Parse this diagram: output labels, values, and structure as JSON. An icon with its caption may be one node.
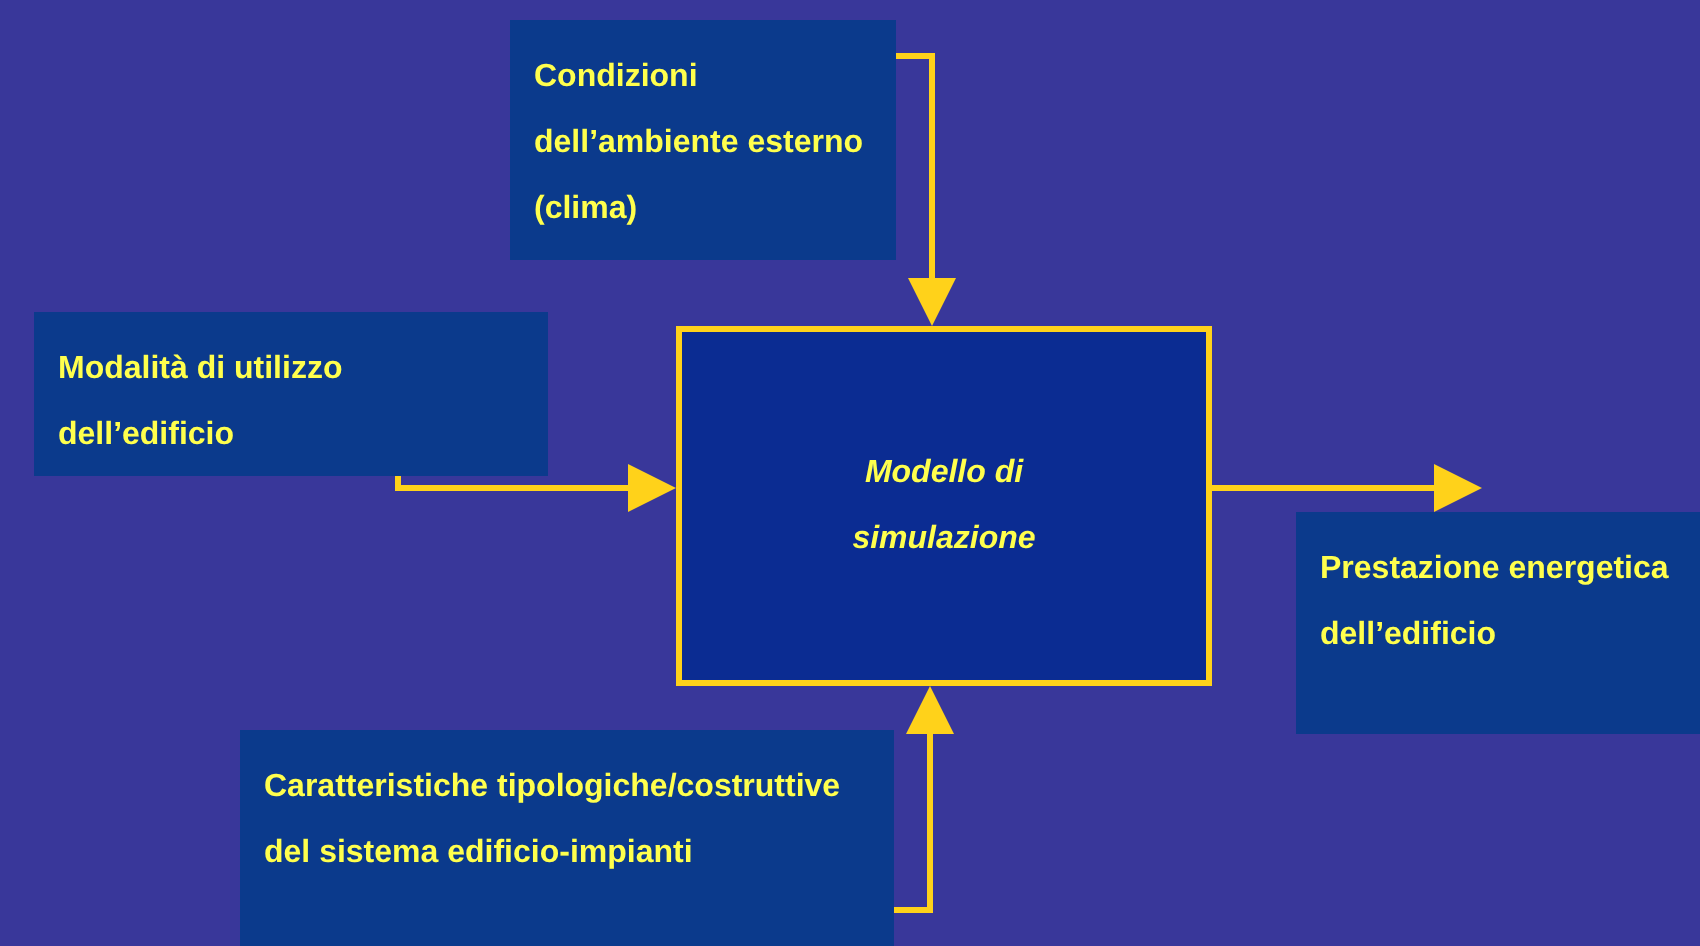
{
  "diagram": {
    "nodes": [
      {
        "text": [
          "Condizioni dell’ambiente esterno (clima)"
        ]
      },
      {
        "text": [
          "Modalità di utilizzo dell’edificio"
        ]
      },
      {
        "text": [
          "Modello di simulazione"
        ]
      },
      {
        "text": [
          "Prestazione energetica dell’edificio"
        ]
      },
      {
        "text": [
          "Caratteristiche tipologiche/costruttive del sistema edificio-impianti"
        ]
      }
    ],
    "edges": [
      {
        "from": 0,
        "to": 2,
        "arrow": "to"
      },
      {
        "from": 1,
        "to": 2,
        "arrow": "to"
      },
      {
        "from": 2,
        "to": 3,
        "arrow": "to"
      },
      {
        "from": 4,
        "to": 2,
        "arrow": "to"
      }
    ]
  }
}
